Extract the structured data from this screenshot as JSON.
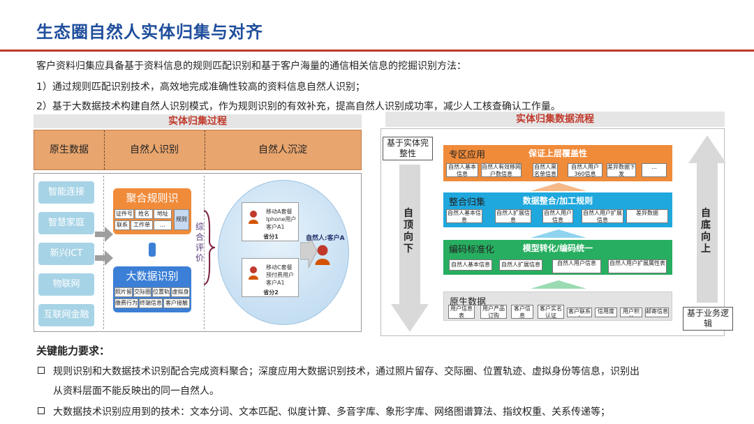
{
  "title": "生态圈自然人实体归集与对齐",
  "intro": {
    "line1": "客户资料归集应具备基于资料信息的规则匹配识别和基于客户海量的通信相关信息的挖掘识别方法：",
    "line2": "1）通过规则匹配识别技术，高效地完成准确性较高的资料信息自然人识别；",
    "line3": "2）基于大数据技术构建自然人识别模式，作为规则识别的有效补充，提高自然人识别成功率，减少人工核查确认工作量。"
  },
  "left": {
    "header": "实体归集过程",
    "columns": [
      "原生数据",
      "自然人识别",
      "自然人沉淀"
    ],
    "sources": [
      "智能连接",
      "智慧家庭",
      "新兴ICT",
      "物联网",
      "互联网金融"
    ],
    "rule_box": {
      "title": "聚合规则识",
      "cells": [
        "证件号码",
        "姓名",
        "地址",
        "联系人",
        "工作单位",
        "...",
        "规则库"
      ]
    },
    "bigdata_box": {
      "title": "大数据识别",
      "cells": [
        "照片留存",
        "交际圈",
        "位置轨迹",
        "虚拟身份",
        "缴费行为",
        "终端信息",
        "客户接触"
      ]
    },
    "comprehensive": "综合评价",
    "province1": {
      "lines": [
        "移动A套餐",
        "Iphone用户",
        "客户A1"
      ],
      "label": "省分1"
    },
    "province2": {
      "lines": [
        "移动C套餐",
        "预付费用户",
        "客户A1"
      ],
      "label": "省分2"
    },
    "result": "自然人:客户A"
  },
  "right": {
    "header": "实体归集数据流程",
    "top_label": "基于实体完整性",
    "bottom_label": "基于业务逻辑",
    "left_arrow": "自顶向下",
    "right_arrow": "自底向上",
    "layers": [
      {
        "name": "专区应用",
        "subtitle": "保证上层覆盖性",
        "items": [
          "自然人基本信息",
          "自然人有效移网户数信息",
          "自然人黑名单信息",
          "自然人用户360信息",
          "差异数据下发",
          "..."
        ]
      },
      {
        "name": "整合归集",
        "subtitle": "数据整合/加工规则",
        "items": [
          "自然人基本信息",
          "自然人扩展信息",
          "自然人用户信息",
          "自然人用户扩展信息",
          "差异数据"
        ]
      },
      {
        "name": "编码标准化",
        "subtitle": "模型转化/编码统一",
        "items": [
          "自然人基本信息",
          "自然人扩展信息",
          "自然人用户信息",
          "自然人用户扩展属性表"
        ]
      },
      {
        "name": "原生数据",
        "subtitle": "",
        "items": [
          "用户信息表",
          "用户产品订购",
          "客户信息",
          "客户实名认证",
          "客户联系人",
          "信用度",
          "用户积分",
          "邮寄信息"
        ]
      }
    ]
  },
  "key": {
    "heading": "关键能力要求：",
    "b1a": "规则识别和大数据技术识别配合完成资料聚合；深度应用大数据识别技术，通过照片留存、交际圈、位置轨迹、虚拟身份等信息，识别出",
    "b1b": "从资料层面不能反映出的同一自然人。",
    "b2": "大数据技术识别应用到的技术：文本分词、文本匹配、似度计算、多音字库、象形字库、网络图谱算法、指纹权重、关系传递等；"
  },
  "colors": {
    "title": "#1f4e9c",
    "rule": "#c0392b",
    "orange": "#f08b3a",
    "blue": "#3b7fd6",
    "green": "#27ae60",
    "cyan": "#1fa8de"
  }
}
